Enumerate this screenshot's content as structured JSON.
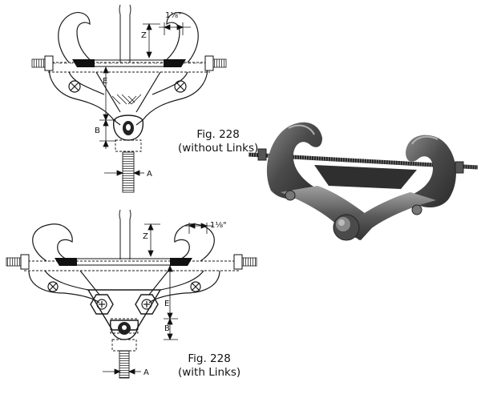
{
  "top_drawing": {
    "dim_z": "Z",
    "dim_e": "E",
    "dim_b": "B",
    "dim_a": "A",
    "dim_gap": "1⅛\""
  },
  "bottom_drawing": {
    "dim_z": "Z",
    "dim_e": "E",
    "dim_b": "B",
    "dim_a": "A",
    "dim_gap": "1⅛\""
  },
  "caption_top": {
    "line1": "Fig. 228",
    "line2": "(without Links)"
  },
  "caption_bottom": {
    "line1": "Fig. 228",
    "line2": "(with Links)"
  },
  "colors": {
    "line": "#1a1a1a",
    "photo_dark": "#3d3d3d",
    "photo_mid": "#6b6b6b",
    "photo_light": "#9a9a9a"
  }
}
